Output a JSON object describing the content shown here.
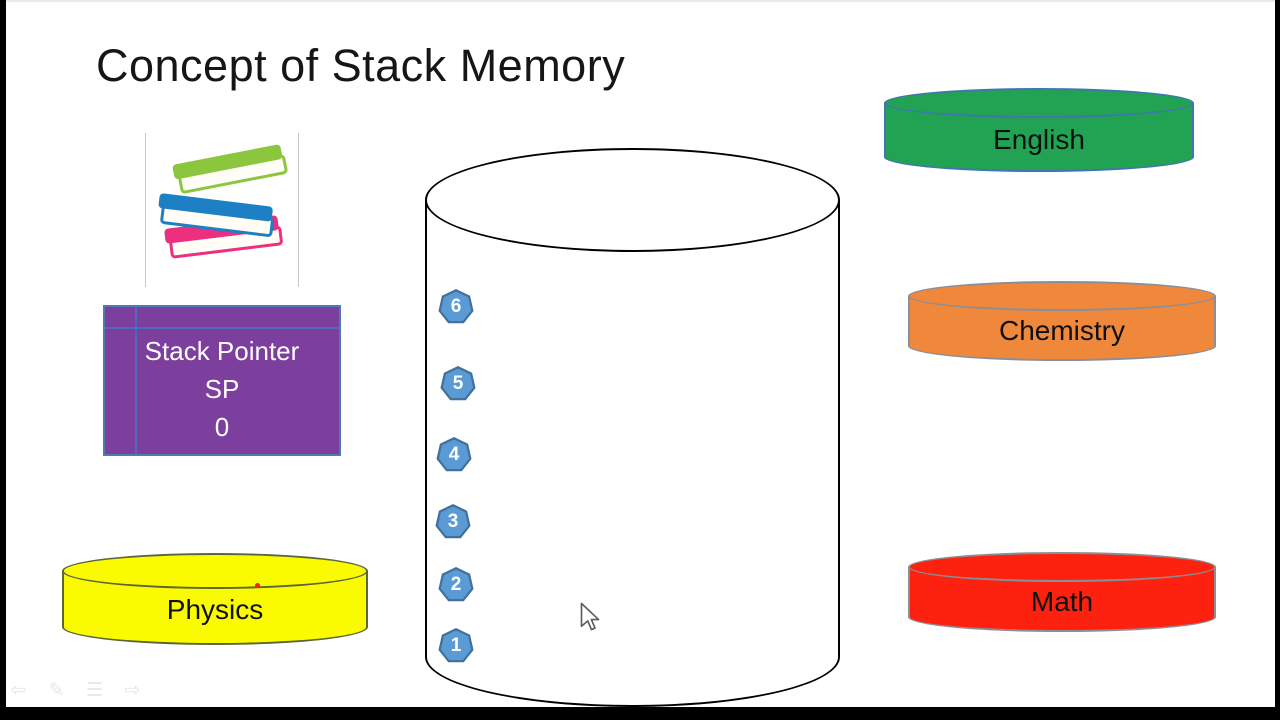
{
  "slide": {
    "title": "Concept of Stack Memory"
  },
  "stack_pointer_box": {
    "title": "Stack Pointer",
    "register": "SP",
    "value": "0",
    "fill": "#7d3f9e",
    "border": "#4d79b9",
    "guide_color": "#4472c4",
    "text_color": "#ffffff"
  },
  "memory_cylinder": {
    "badge_fill": "#5b9bd5",
    "badge_stroke": "#41719c",
    "slots": [
      {
        "label": "6"
      },
      {
        "label": "5"
      },
      {
        "label": "4"
      },
      {
        "label": "3"
      },
      {
        "label": "2"
      },
      {
        "label": "1"
      }
    ]
  },
  "disks": {
    "english": {
      "label": "English",
      "fill": "#21a353",
      "stroke": "#3f76ae"
    },
    "chemistry": {
      "label": "Chemistry",
      "fill": "#f0883b",
      "stroke": "#8d8d96"
    },
    "math": {
      "label": "Math",
      "fill": "#fd2110",
      "stroke": "#8d8d96"
    },
    "physics": {
      "label": "Physics",
      "fill": "#fbfb00",
      "stroke": "#5a6539"
    }
  },
  "books_icon": {
    "top_color": "#8cc63e",
    "middle_color": "#1d7fc4",
    "bottom_color": "#ec2f7f"
  },
  "presenter_toolbar": {
    "icons": [
      {
        "name": "previous-slide",
        "glyph": "⇦"
      },
      {
        "name": "pen",
        "glyph": "✎"
      },
      {
        "name": "slide-menu",
        "glyph": "☰"
      },
      {
        "name": "next-slide",
        "glyph": "⇨"
      }
    ]
  }
}
